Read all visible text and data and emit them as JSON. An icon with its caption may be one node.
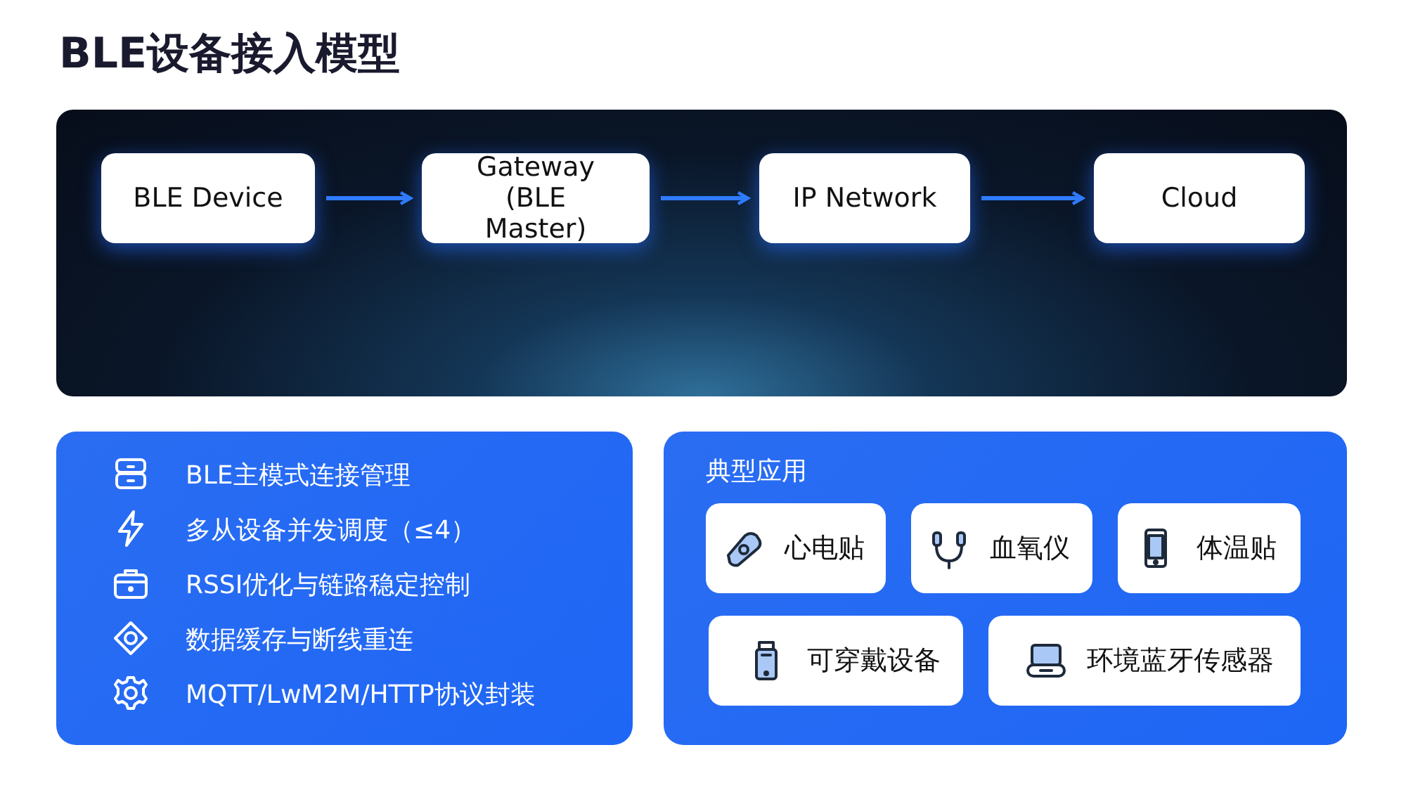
{
  "diagram": {
    "title": "BLE设备接入模型",
    "nodes": [
      {
        "text": [
          "BLE Device"
        ]
      },
      {
        "text": [
          "Gateway (BLE Master)"
        ]
      },
      {
        "text": [
          "IP Network"
        ]
      },
      {
        "text": [
          "Cloud"
        ]
      },
      {
        "text": [
          "BLE主模式连接管理",
          "多从设备并发调度（≤4）",
          "RSSI优化与链路稳定控制",
          "数据缓存与断线重连",
          "MQTT/LwM2M/HTTP协议封装"
        ]
      },
      {
        "text": [
          "典型应用"
        ]
      },
      {
        "text": [
          "心电贴"
        ],
        "in": 5
      },
      {
        "text": [
          "血氧仪"
        ],
        "in": 5
      },
      {
        "text": [
          "体温贴"
        ],
        "in": 5
      },
      {
        "text": [
          "可穿戴设备"
        ],
        "in": 5
      },
      {
        "text": [
          "环境蓝牙传感器"
        ],
        "in": 5
      }
    ],
    "edges": [
      {
        "from": 0,
        "to": 1,
        "arrow": "to"
      },
      {
        "from": 1,
        "to": 2,
        "arrow": "to"
      },
      {
        "from": 2,
        "to": 3,
        "arrow": "to"
      }
    ]
  }
}
